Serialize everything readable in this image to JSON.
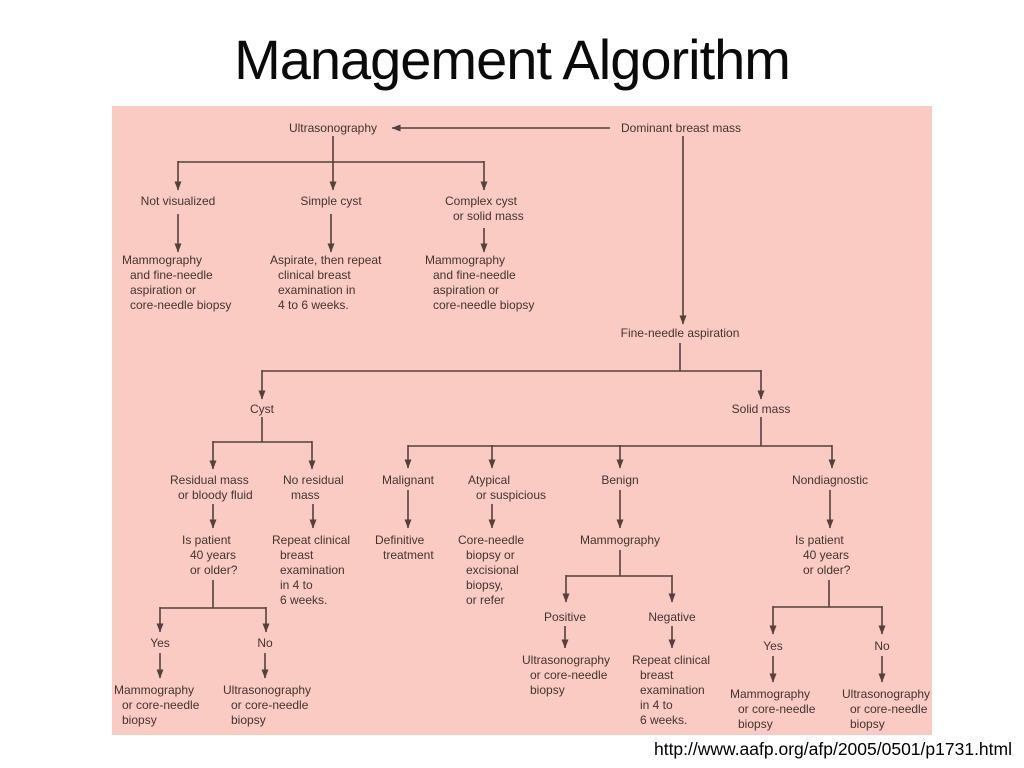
{
  "slide": {
    "title": "Management Algorithm",
    "source_url": "http://www.aafp.org/afp/2005/0501/p1731.html"
  },
  "colors": {
    "panel_bg": "#f9cbc3",
    "line_color": "#55413b",
    "text_color": "#44332e",
    "title_color": "#0a0a0a"
  },
  "flowchart": {
    "nodes": {
      "ultrasonography": "Ultrasonography",
      "dominant_breast_mass": "Dominant breast mass",
      "not_visualized": "Not visualized",
      "simple_cyst": "Simple cyst",
      "complex_cyst": "Complex cyst\nor solid mass",
      "mammo_fna_left": "Mammography\nand fine-needle\naspiration or\ncore-needle biopsy",
      "aspirate_repeat": "Aspirate, then repeat\nclinical breast\nexamination in\n4 to 6 weeks.",
      "mammo_fna_right": "Mammography\nand fine-needle\naspiration or\ncore-needle biopsy",
      "fine_needle_aspiration": "Fine-needle aspiration",
      "cyst": "Cyst",
      "solid_mass": "Solid mass",
      "residual_mass": "Residual mass\nor bloody fluid",
      "no_residual_mass": "No residual\nmass",
      "malignant": "Malignant",
      "atypical": "Atypical\nor suspicious",
      "benign": "Benign",
      "nondiagnostic": "Nondiagnostic",
      "is_patient_left": "Is patient\n40 years\nor older?",
      "repeat_exam_left": "Repeat clinical\nbreast\nexamination\nin 4 to\n6 weeks.",
      "definitive_treatment": "Definitive\ntreatment",
      "core_needle": "Core-needle\nbiopsy or\nexcisional\nbiopsy,\nor refer",
      "mammography": "Mammography",
      "is_patient_right": "Is patient\n40 years\nor older?",
      "positive": "Positive",
      "negative": "Negative",
      "yes_left": "Yes",
      "no_left": "No",
      "yes_right": "Yes",
      "no_right": "No",
      "ultra_core_positive": "Ultrasonography\nor core-needle\nbiopsy",
      "repeat_exam_negative": "Repeat clinical\nbreast\nexamination\nin 4 to\n6 weeks.",
      "mammo_core_left": "Mammography\nor core-needle\nbiopsy",
      "ultra_core_left": "Ultrasonography\nor core-needle\nbiopsy",
      "mammo_core_right": "Mammography\nor core-needle\nbiopsy",
      "ultra_core_right": "Ultrasonography\nor core-needle\nbiopsy"
    }
  }
}
